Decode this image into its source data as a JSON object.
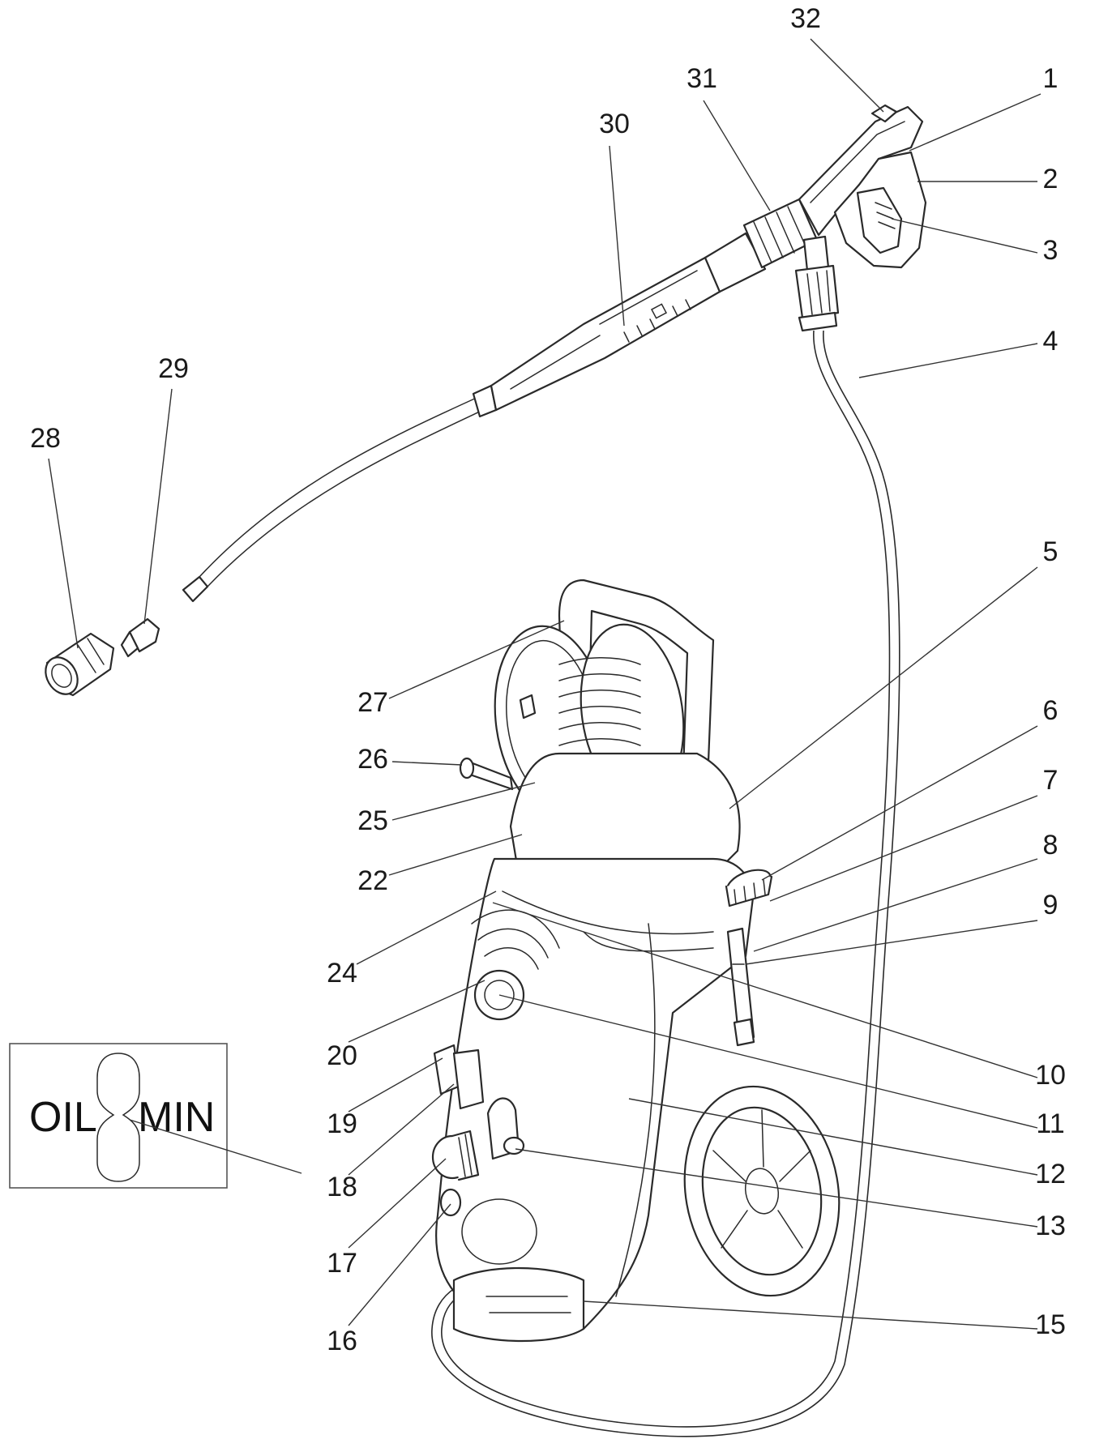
{
  "colors": {
    "line": "#2a2a2a",
    "label": "#1a1a1a",
    "background": "#ffffff"
  },
  "callouts": [
    {
      "num": "1"
    },
    {
      "num": "2"
    },
    {
      "num": "3"
    },
    {
      "num": "4"
    },
    {
      "num": "5"
    },
    {
      "num": "6"
    },
    {
      "num": "7"
    },
    {
      "num": "8"
    },
    {
      "num": "9"
    },
    {
      "num": "10"
    },
    {
      "num": "11"
    },
    {
      "num": "12"
    },
    {
      "num": "13"
    },
    {
      "num": "15"
    },
    {
      "num": "16"
    },
    {
      "num": "17"
    },
    {
      "num": "18"
    },
    {
      "num": "19"
    },
    {
      "num": "20"
    },
    {
      "num": "22"
    },
    {
      "num": "24"
    },
    {
      "num": "25"
    },
    {
      "num": "26"
    },
    {
      "num": "27"
    },
    {
      "num": "28"
    },
    {
      "num": "29"
    },
    {
      "num": "30"
    },
    {
      "num": "31"
    },
    {
      "num": "32"
    }
  ],
  "oil_inset": {
    "left_text": "OIL",
    "right_text": "MIN"
  }
}
